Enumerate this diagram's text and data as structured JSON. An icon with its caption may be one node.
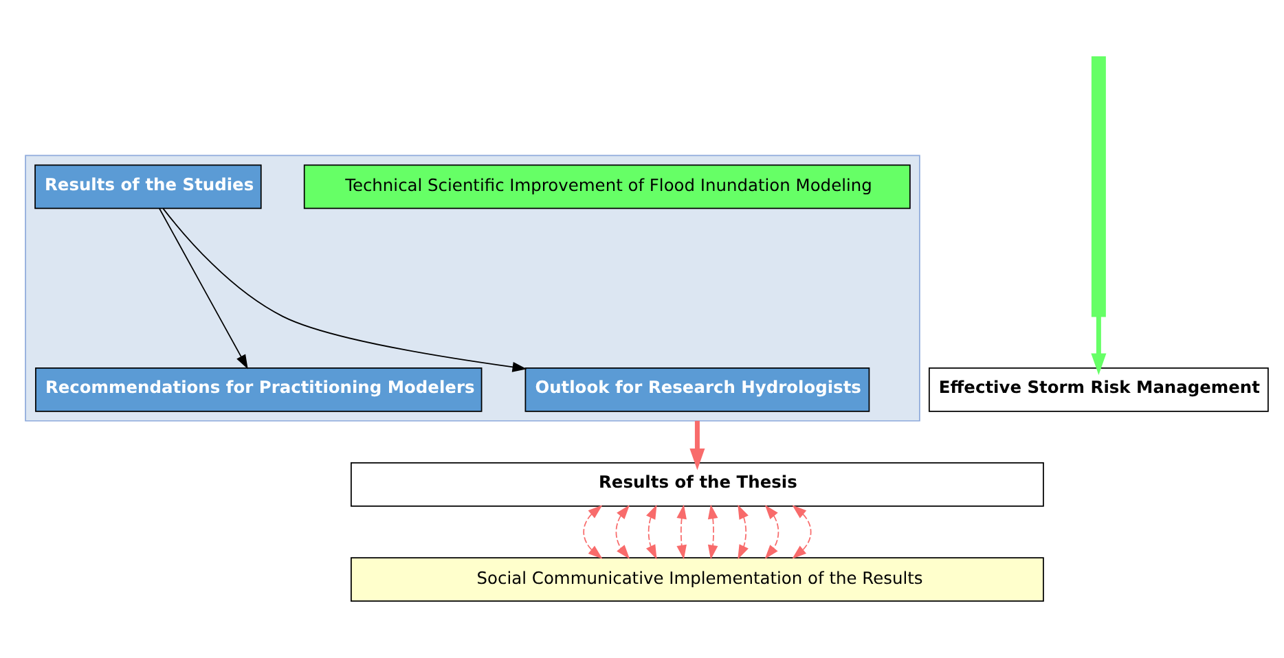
{
  "diagram": {
    "nodes": [
      {
        "text": [],
        "shape": "box"
      },
      {
        "text": [
          "Technical Scientific Improvement of Flood Inundation Modeling"
        ],
        "in": 0
      },
      {
        "text": [
          "Results of the Studies"
        ],
        "in": 0
      },
      {
        "text": [
          "Recommendations for Practitioning Modelers"
        ],
        "in": 0
      },
      {
        "text": [
          "Outlook for Research Hydrologists"
        ],
        "in": 0
      },
      {
        "text": [],
        "shape": "bar"
      },
      {
        "text": [
          "Effective Storm Risk Management"
        ]
      },
      {
        "text": [
          "Results of the Thesis"
        ]
      },
      {
        "text": [
          "Social Communicative Implementation of the Results"
        ]
      }
    ],
    "edges": [
      {
        "from": 2,
        "to": 3,
        "arrow": "to",
        "color": "#000000"
      },
      {
        "from": 2,
        "to": 4,
        "arrow": "to",
        "color": "#000000"
      },
      {
        "from": 0,
        "to": 7,
        "arrow": "to",
        "style": "thick",
        "color": "#f86b6b"
      },
      {
        "from": 5,
        "to": 6,
        "arrow": "to",
        "style": "thick",
        "color": "#66ff66"
      },
      {
        "from": 7,
        "to": 8,
        "arrow": "both",
        "style": "dashed",
        "color": "#f86b6b"
      },
      {
        "from": 7,
        "to": 8,
        "arrow": "both",
        "style": "dashed",
        "color": "#f86b6b"
      },
      {
        "from": 7,
        "to": 8,
        "arrow": "both",
        "style": "dashed",
        "color": "#f86b6b"
      },
      {
        "from": 7,
        "to": 8,
        "arrow": "both",
        "style": "dashed",
        "color": "#f86b6b"
      },
      {
        "from": 7,
        "to": 8,
        "arrow": "both",
        "style": "dashed",
        "color": "#f86b6b"
      },
      {
        "from": 7,
        "to": 8,
        "arrow": "both",
        "style": "dashed",
        "color": "#f86b6b"
      },
      {
        "from": 7,
        "to": 8,
        "arrow": "both",
        "style": "dashed",
        "color": "#f86b6b"
      },
      {
        "from": 7,
        "to": 8,
        "arrow": "both",
        "style": "dashed",
        "color": "#f86b6b"
      }
    ]
  }
}
